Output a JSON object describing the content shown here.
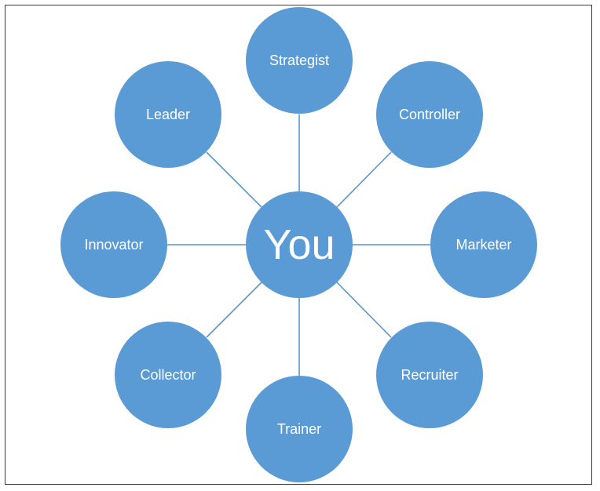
{
  "diagram": {
    "center": {
      "label": "You",
      "color": "#5b9bd5"
    },
    "nodes": [
      {
        "id": "strategist",
        "label": "Strategist"
      },
      {
        "id": "controller",
        "label": "Controller"
      },
      {
        "id": "marketer",
        "label": "Marketer"
      },
      {
        "id": "recruiter",
        "label": "Recruiter"
      },
      {
        "id": "trainer",
        "label": "Trainer"
      },
      {
        "id": "collector",
        "label": "Collector"
      },
      {
        "id": "innovator",
        "label": "Innovator"
      },
      {
        "id": "leader",
        "label": "Leader"
      }
    ],
    "colors": {
      "node_fill": "#5b9bd5",
      "connector": "#5b95c7",
      "label_text": "#ffffff",
      "frame_border": "#3a3a3a"
    }
  }
}
